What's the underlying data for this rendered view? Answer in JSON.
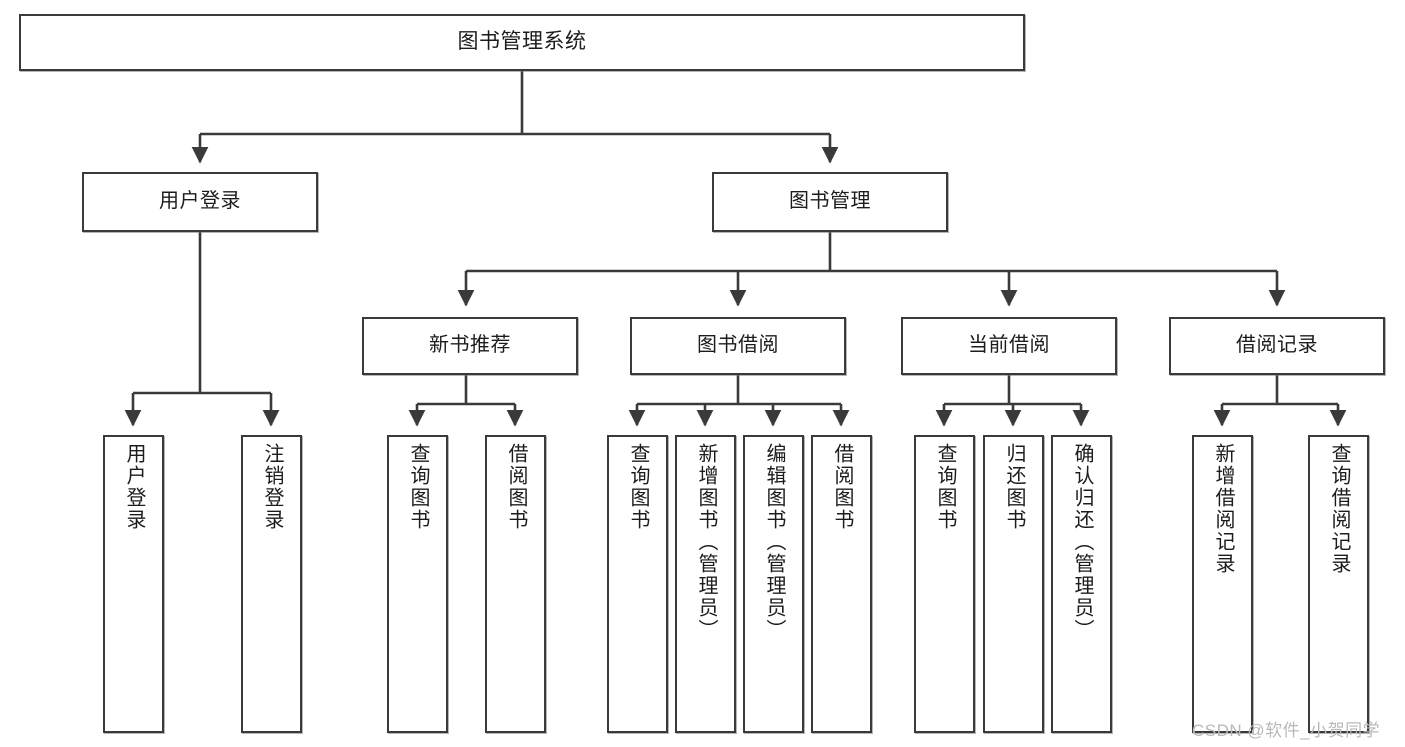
{
  "diagram": {
    "title": "图书管理系统",
    "type": "tree-hierarchy-diagram",
    "watermark": "CSDN @软件_小贺同学",
    "colors": {
      "box_border": "#3a3a3a",
      "box_fill": "#ffffff",
      "connector": "#3a3a3a",
      "text": "#1c1c1c",
      "watermark": "#b9b9b9",
      "background": "#ffffff"
    },
    "nodes": {
      "root": {
        "label": "图书管理系统"
      },
      "level1": [
        {
          "id": "user-login",
          "label": "用户登录"
        },
        {
          "id": "book-management",
          "label": "图书管理"
        }
      ],
      "level2": [
        {
          "id": "new-book-recommend",
          "label": "新书推荐"
        },
        {
          "id": "book-borrow",
          "label": "图书借阅"
        },
        {
          "id": "current-borrow",
          "label": "当前借阅"
        },
        {
          "id": "borrow-record",
          "label": "借阅记录"
        }
      ],
      "leaves": {
        "user-login": [
          {
            "id": "leaf-user-login",
            "label": "用户登录"
          },
          {
            "id": "leaf-logout-login",
            "label": "注销登录"
          }
        ],
        "new-book-recommend": [
          {
            "id": "leaf-query-book-1",
            "label": "查询图书"
          },
          {
            "id": "leaf-borrow-book-1",
            "label": "借阅图书"
          }
        ],
        "book-borrow": [
          {
            "id": "leaf-query-book-2",
            "label": "查询图书"
          },
          {
            "id": "leaf-add-book",
            "label": "新增图书（管理员）"
          },
          {
            "id": "leaf-edit-book",
            "label": "编辑图书（管理员）"
          },
          {
            "id": "leaf-borrow-book-2",
            "label": "借阅图书"
          }
        ],
        "current-borrow": [
          {
            "id": "leaf-query-book-3",
            "label": "查询图书"
          },
          {
            "id": "leaf-return-book",
            "label": "归还图书"
          },
          {
            "id": "leaf-confirm-return",
            "label": "确认归还（管理员）"
          }
        ],
        "borrow-record": [
          {
            "id": "leaf-add-record",
            "label": "新增借阅记录"
          },
          {
            "id": "leaf-query-record",
            "label": "查询借阅记录"
          }
        ]
      }
    }
  }
}
